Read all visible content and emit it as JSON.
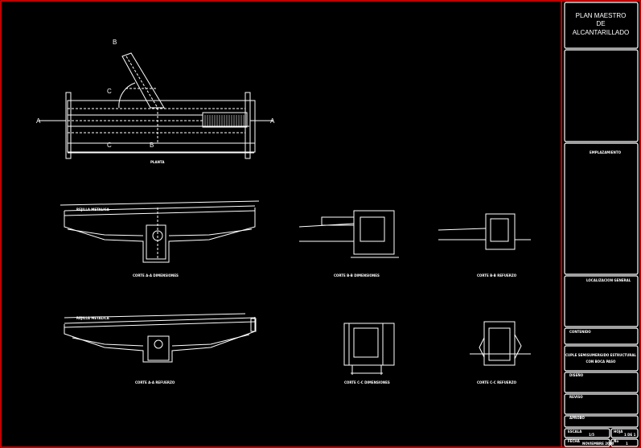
{
  "title_block": {
    "project_line1": "PLAN MAESTRO",
    "project_line2": "DE",
    "project_line3": "ALCANTARILLADO",
    "section_label": "EMPLAZAMIENTO",
    "location_label": "LOCALIZACION GENERAL",
    "content_label": "CONTENIDO",
    "content_line1": "CUPLE SEMISUMERGIDO ESTRUCTURAL",
    "content_line2": "CON BOCA PASO",
    "field_a": "DISEÑO",
    "field_b": "REVISO",
    "field_c": "APROBO",
    "scale_label": "ESCALA",
    "scale_value": "1/5",
    "sheet_label": "HOJA",
    "sheet_value": "1 DE 1",
    "date_label": "FECHA",
    "date_value": "NOVIEMBRE 2010",
    "number_label": "No",
    "number_value": "1"
  },
  "drawing": {
    "plan_title": "PLANTA",
    "section_marks": {
      "a": "A",
      "b": "B",
      "c": "C"
    },
    "callout_weir": "REJILLA METALICA",
    "views": [
      {
        "label": "CORTE A-A DIMENSIONES"
      },
      {
        "label": "CORTE B-B DIMENSIONES"
      },
      {
        "label": "CORTE B-B REFUERZO"
      },
      {
        "label": "CORTE A-A REFUERZO"
      },
      {
        "label": "CORTE C-C DIMENSIONES"
      },
      {
        "label": "CORTE C-C REFUERZO"
      }
    ]
  },
  "colors": {
    "background": "#000000",
    "border": "#ff0000",
    "lines": "#ffffff"
  }
}
